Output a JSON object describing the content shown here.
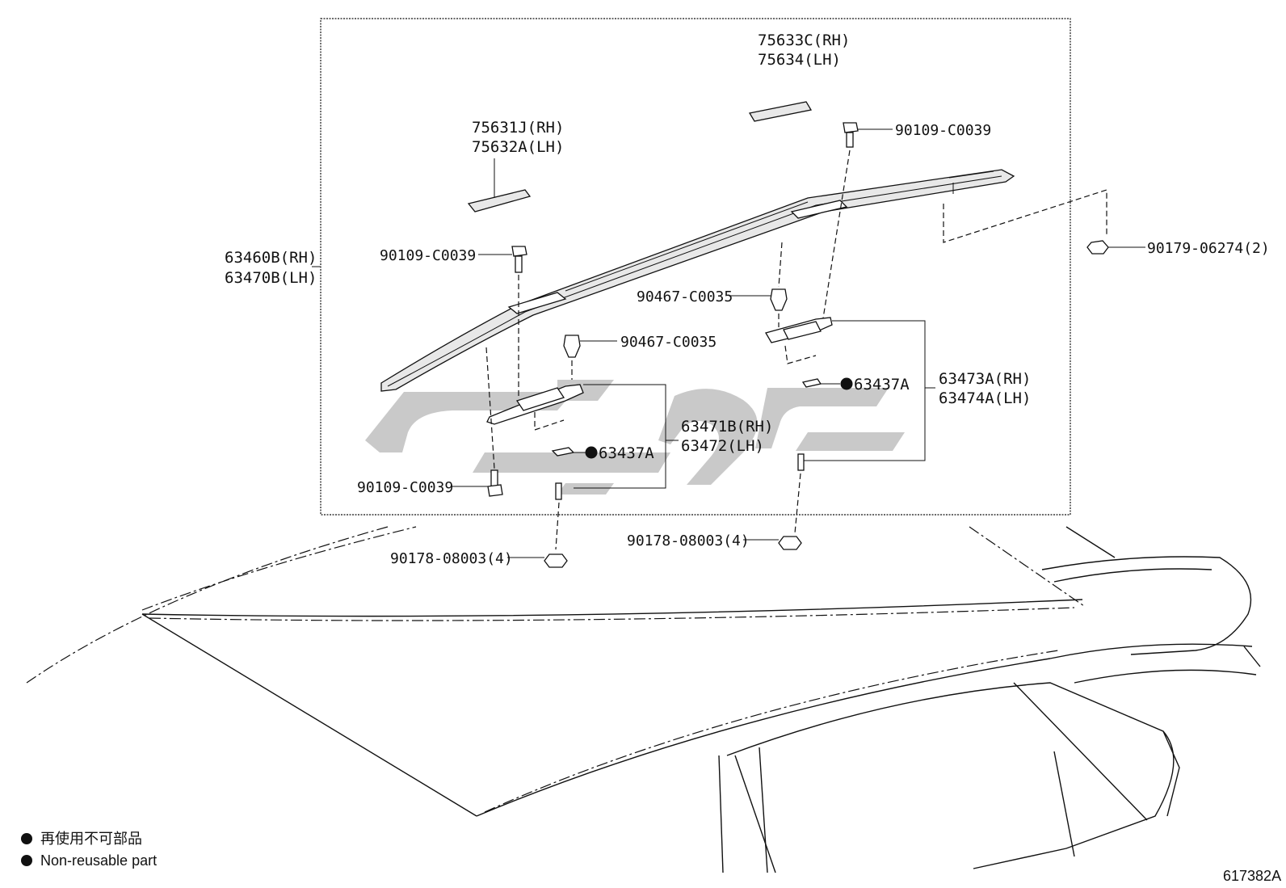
{
  "labels": {
    "rail_rh": "63460B(RH)",
    "rail_lh": "63470B(LH)",
    "cover_front_rh": "75631J(RH)",
    "cover_front_lh": "75632A(LH)",
    "cover_rear_rh": "75633C(RH)",
    "cover_rear_lh": "75634(LH)",
    "bolt_top_right": "90109-C0039",
    "bolt_left": "90109-C0039",
    "bolt_bottom_left": "90109-C0039",
    "nut_right": "90179-06274(2)",
    "clip_left": "90467-C0035",
    "clip_right": "90467-C0035",
    "seal_left": "63437A",
    "seal_right": "63437A",
    "bracket_front_rh": "63471B(RH)",
    "bracket_front_lh": "63472(LH)",
    "bracket_rear_rh": "63473A(RH)",
    "bracket_rear_lh": "63474A(LH)",
    "nut_left": "90178-08003(4)",
    "nut_center": "90178-08003(4)"
  },
  "legend": {
    "jp": "再使用不可部品",
    "en": "Non-reusable part"
  },
  "diagram_code": "617382A"
}
